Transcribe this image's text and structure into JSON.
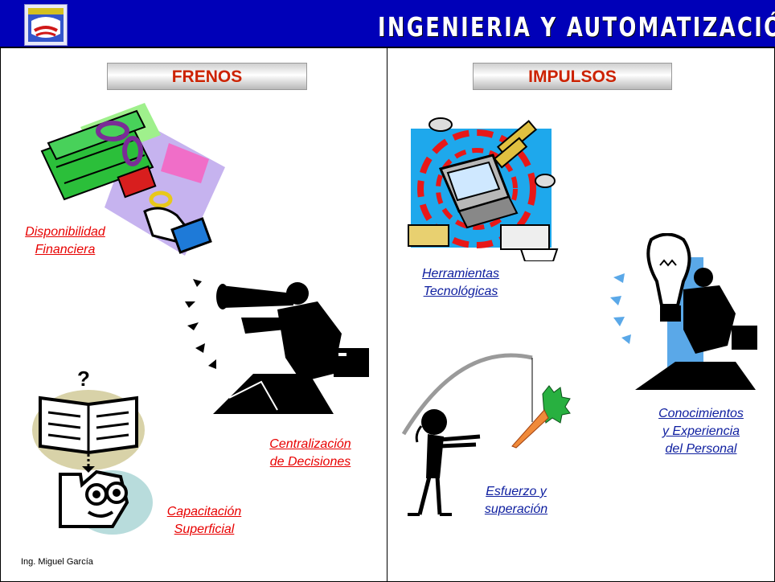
{
  "header": {
    "title": "INGENIERIA Y AUTOMATIZACIÓN",
    "logo_icon": "university-logo-icon"
  },
  "left": {
    "heading": "FRENOS",
    "items": [
      {
        "l1": "Disponibilidad",
        "l2": "Financiera"
      },
      {
        "l1": "Centralización",
        "l2": "de Decisiones"
      },
      {
        "l1": "Capacitación",
        "l2": "Superficial"
      }
    ]
  },
  "right": {
    "heading": "IMPULSOS",
    "items": [
      {
        "l1": "Herramientas",
        "l2": "Tecnológicas"
      },
      {
        "l1": "Conocimientos",
        "l2": "y Experiencia",
        "l3": "del Personal"
      },
      {
        "l1": "Esfuerzo y",
        "l2": "superación"
      }
    ]
  },
  "book_question_mark": "?",
  "footer": {
    "author": "Ing. Miguel García"
  },
  "colors": {
    "header": "#0000b8",
    "frenos_text": "#e80000",
    "impulsos_text": "#1020a0",
    "banner_text": "#cc2200"
  }
}
